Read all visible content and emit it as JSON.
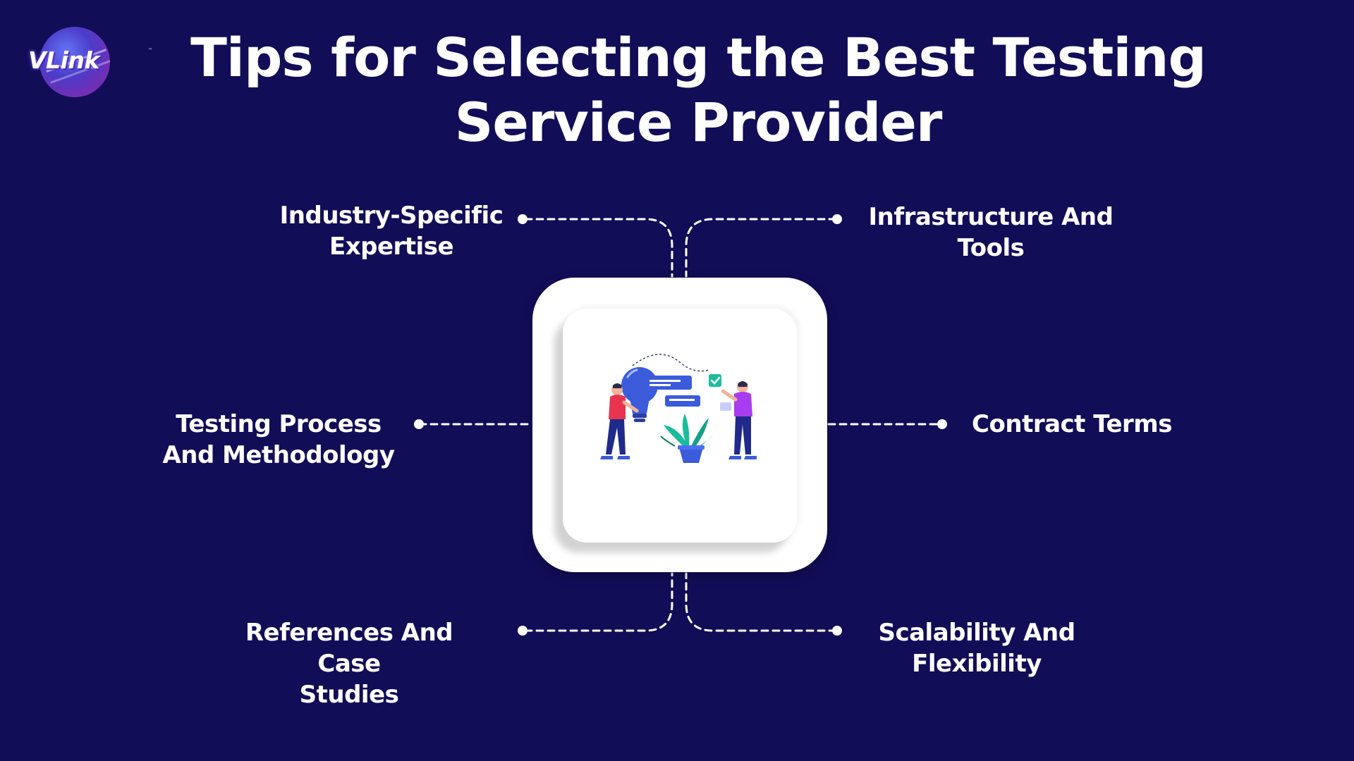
{
  "logo": {
    "text": "VLink",
    "tm": "™",
    "colors": {
      "globe": "#5b4fe0",
      "glow": "#7a5cff"
    }
  },
  "title": {
    "line1": "Tips for Selecting the Best Testing",
    "line2": "Service Provider"
  },
  "items": [
    {
      "id": "tl",
      "line1": "Industry-Specific",
      "line2": "Expertise"
    },
    {
      "id": "tr",
      "line1": "Infrastructure And",
      "line2": "Tools"
    },
    {
      "id": "ml",
      "line1": "Testing Process",
      "line2": "And Methodology"
    },
    {
      "id": "mr",
      "line1": "Contract Terms",
      "line2": ""
    },
    {
      "id": "bl",
      "line1": "References And Case",
      "line2": "Studies"
    },
    {
      "id": "br",
      "line1": "Scalability And",
      "line2": "Flexibility"
    }
  ],
  "center": {
    "illustration": "teamwork-idea-illustration-icon"
  },
  "colors": {
    "background": "#120d57",
    "text": "#ffffff",
    "connector": "#ffffff",
    "card": "#ffffff",
    "illustration_blue": "#3b5bdb",
    "illustration_teal": "#1abc9c",
    "illustration_purple": "#a83cf0",
    "illustration_red": "#e8344e"
  }
}
